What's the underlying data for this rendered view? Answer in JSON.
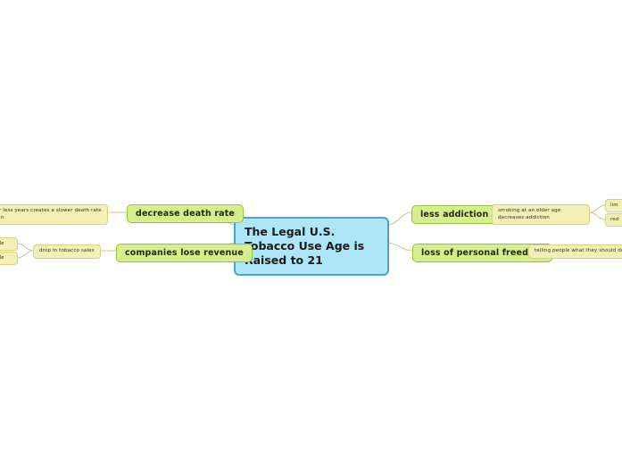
{
  "diagram": {
    "type": "mind-map",
    "background_color": "#ffffff",
    "colors": {
      "root_fill": "#aee5f7",
      "root_border": "#4aa3c8",
      "branch_fill": "#d6ee8e",
      "branch_border": "#8cc63e",
      "leaf_fill": "#f2f0b4",
      "leaf_border": "#d6d183",
      "edge_line": "#c9cc86"
    },
    "root": {
      "label": "The Legal U.S. Tobacco Use Age is Raised to 21"
    },
    "branches": [
      {
        "id": "decrease-death-rate",
        "label": "decrease death rate",
        "side": "left",
        "children": [
          {
            "id": "slower-death-rate",
            "label": "r less years creates a slower death rate in",
            "truncated": true
          }
        ]
      },
      {
        "id": "companies-lose-revenue",
        "label": "companies lose revenue",
        "side": "left",
        "children": [
          {
            "id": "drop-in-tobacco-sales",
            "label": "drop in tobacco sales",
            "children": [
              {
                "id": "left-leaf-upper",
                "label": "gle",
                "truncated": true
              },
              {
                "id": "left-leaf-lower",
                "label": "gle",
                "truncated": true
              }
            ]
          }
        ]
      },
      {
        "id": "less-addiction",
        "label": "less addiction",
        "side": "right",
        "children": [
          {
            "id": "older-age-decreases-addiction",
            "label": "smoking at an older age decreases addiction",
            "children": [
              {
                "id": "right-leaf-upper",
                "label": "lim",
                "truncated": true
              },
              {
                "id": "right-leaf-lower",
                "label": "red",
                "truncated": true
              }
            ]
          }
        ]
      },
      {
        "id": "loss-of-personal-freedom",
        "label": "loss of personal freedom",
        "side": "right",
        "children": [
          {
            "id": "telling-people-what-to-do",
            "label": "telling people what they should do",
            "truncated": true
          }
        ]
      }
    ]
  }
}
